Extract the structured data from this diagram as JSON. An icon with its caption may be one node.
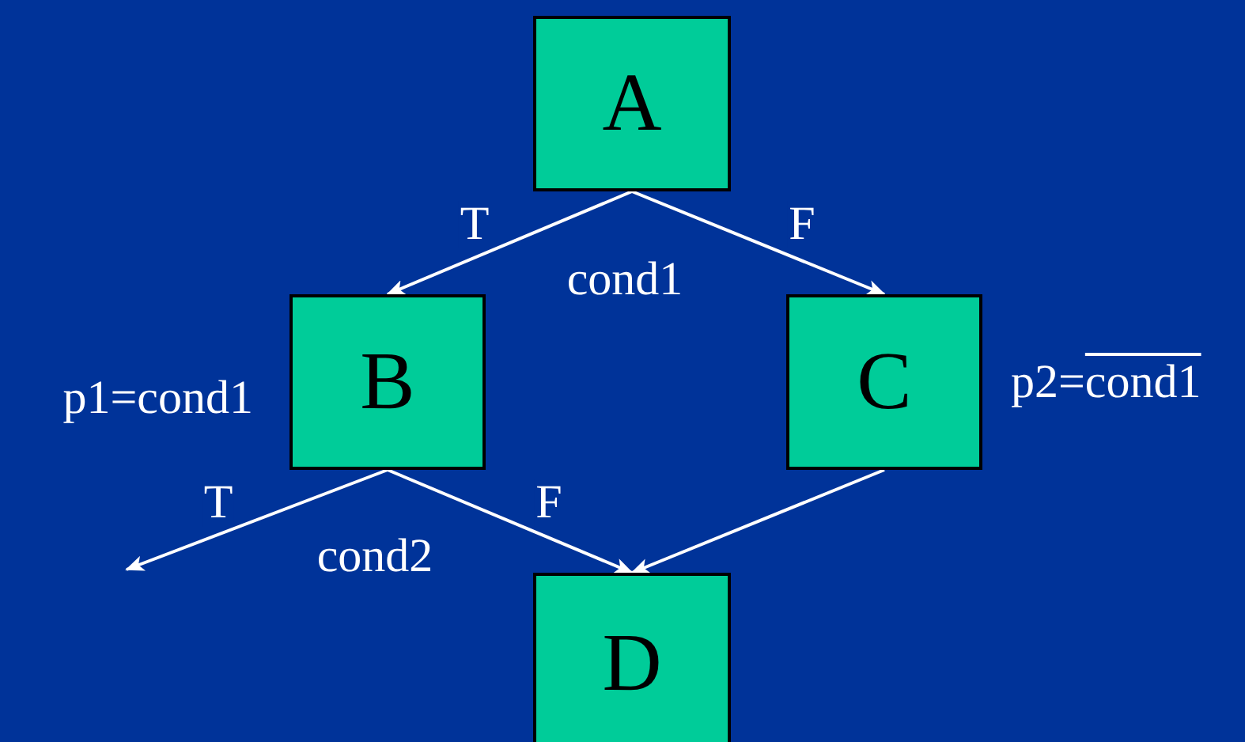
{
  "diagram": {
    "nodes": [
      {
        "text": [
          "A"
        ]
      },
      {
        "text": [
          "B"
        ],
        "beside": [
          "p1=cond1"
        ]
      },
      {
        "text": [
          "C"
        ],
        "beside": [
          "p2=",
          "cond1"
        ]
      },
      {
        "text": [
          "D"
        ]
      }
    ],
    "edges": [
      {
        "from": 0,
        "to": 1,
        "arrow": "to",
        "label": "T"
      },
      {
        "from": 0,
        "to": 2,
        "arrow": "to",
        "label": "F"
      },
      {
        "from": 1,
        "to": null,
        "arrow": "to",
        "label": "T"
      },
      {
        "from": 1,
        "to": 3,
        "arrow": "to",
        "label": "F"
      },
      {
        "from": 2,
        "to": 3,
        "arrow": "to"
      }
    ],
    "labels": [
      "cond1",
      "cond2"
    ]
  }
}
